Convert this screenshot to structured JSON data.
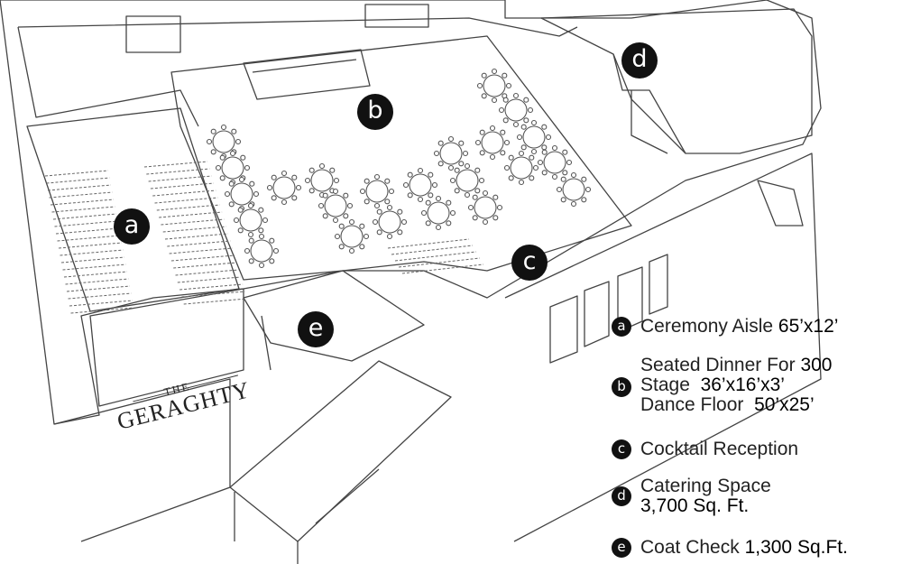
{
  "markers": {
    "a": "a",
    "b": "b",
    "c": "c",
    "d": "d",
    "e": "e"
  },
  "logo": {
    "the": "THE",
    "name": "GERAGHTY"
  },
  "legend": [
    {
      "badge": "a",
      "lines": [
        {
          "label": "Ceremony Aisle ",
          "value": "65’x12’"
        }
      ]
    },
    {
      "badge": "b",
      "lines": [
        {
          "label": "Seated Dinner For ",
          "value": "300"
        },
        {
          "label": "Stage  ",
          "value": "36’x16’x3’"
        },
        {
          "label": "Dance Floor  ",
          "value": "50’x25’"
        }
      ]
    },
    {
      "badge": "c",
      "lines": [
        {
          "label": "Cocktail Reception",
          "value": ""
        }
      ]
    },
    {
      "badge": "d",
      "lines": [
        {
          "label": "Catering Space",
          "value": ""
        },
        {
          "label": "",
          "value": "3,700 Sq. Ft."
        }
      ]
    },
    {
      "badge": "e",
      "lines": [
        {
          "label": "Coat Check ",
          "value": "1,300 Sq.Ft."
        }
      ]
    }
  ],
  "colors": {
    "line": "#333333",
    "marker": "#111111",
    "fill": "#ffffff"
  }
}
